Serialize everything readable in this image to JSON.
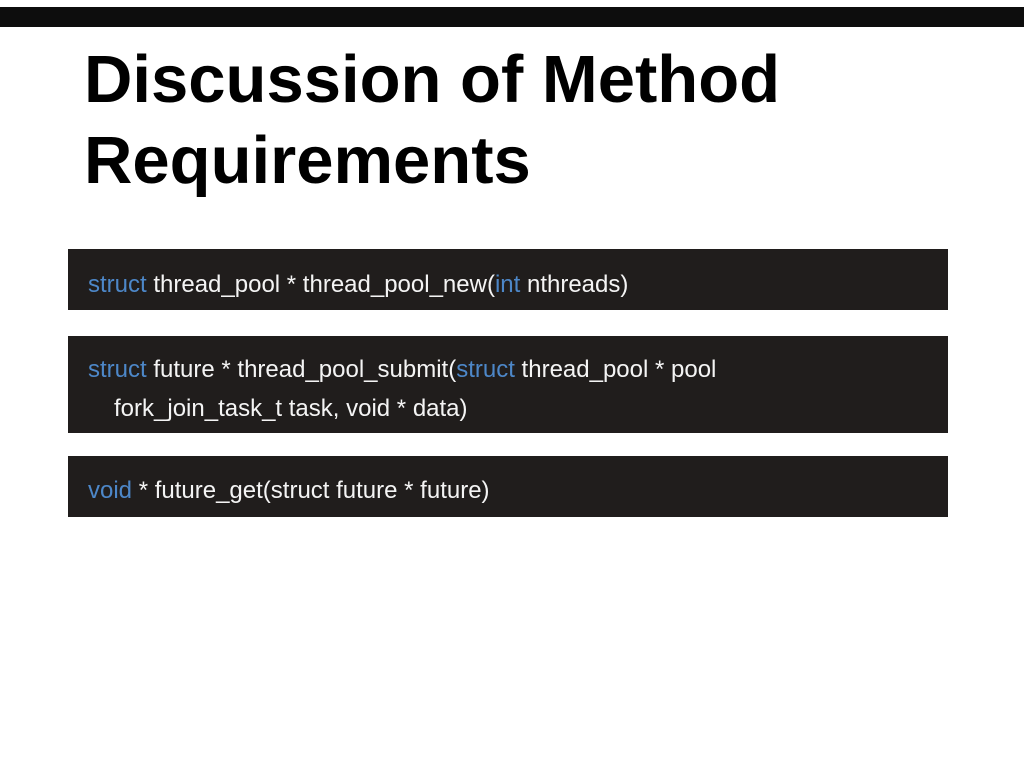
{
  "slide": {
    "title": {
      "lines": [
        "Discussion of Method",
        "Requirements"
      ]
    },
    "code_blocks": [
      {
        "lines": [
          {
            "indent": false,
            "segments": [
              {
                "type": "keyword",
                "text": "struct"
              },
              {
                "type": "plain",
                "text": " thread_pool * thread_pool_new("
              },
              {
                "type": "keyword",
                "text": "int"
              },
              {
                "type": "plain",
                "text": " nthreads)"
              }
            ]
          }
        ]
      },
      {
        "lines": [
          {
            "indent": false,
            "segments": [
              {
                "type": "keyword",
                "text": "struct"
              },
              {
                "type": "plain",
                "text": " future * thread_pool_submit("
              },
              {
                "type": "keyword",
                "text": "struct"
              },
              {
                "type": "plain",
                "text": " thread_pool * pool"
              }
            ]
          },
          {
            "indent": true,
            "segments": [
              {
                "type": "plain",
                "text": "fork_join_task_t task, void * data)"
              }
            ]
          }
        ]
      },
      {
        "lines": [
          {
            "indent": false,
            "segments": [
              {
                "type": "keyword",
                "text": "void"
              },
              {
                "type": "plain",
                "text": " * future_get(struct future * future)"
              }
            ]
          }
        ]
      }
    ]
  },
  "colors": {
    "top_bar": "#0d0d0d",
    "title": "#000000",
    "code_bg": "#201d1c",
    "code_text": "#f4f4f4",
    "keyword": "#4d87c8",
    "page_bg": "#ffffff"
  }
}
